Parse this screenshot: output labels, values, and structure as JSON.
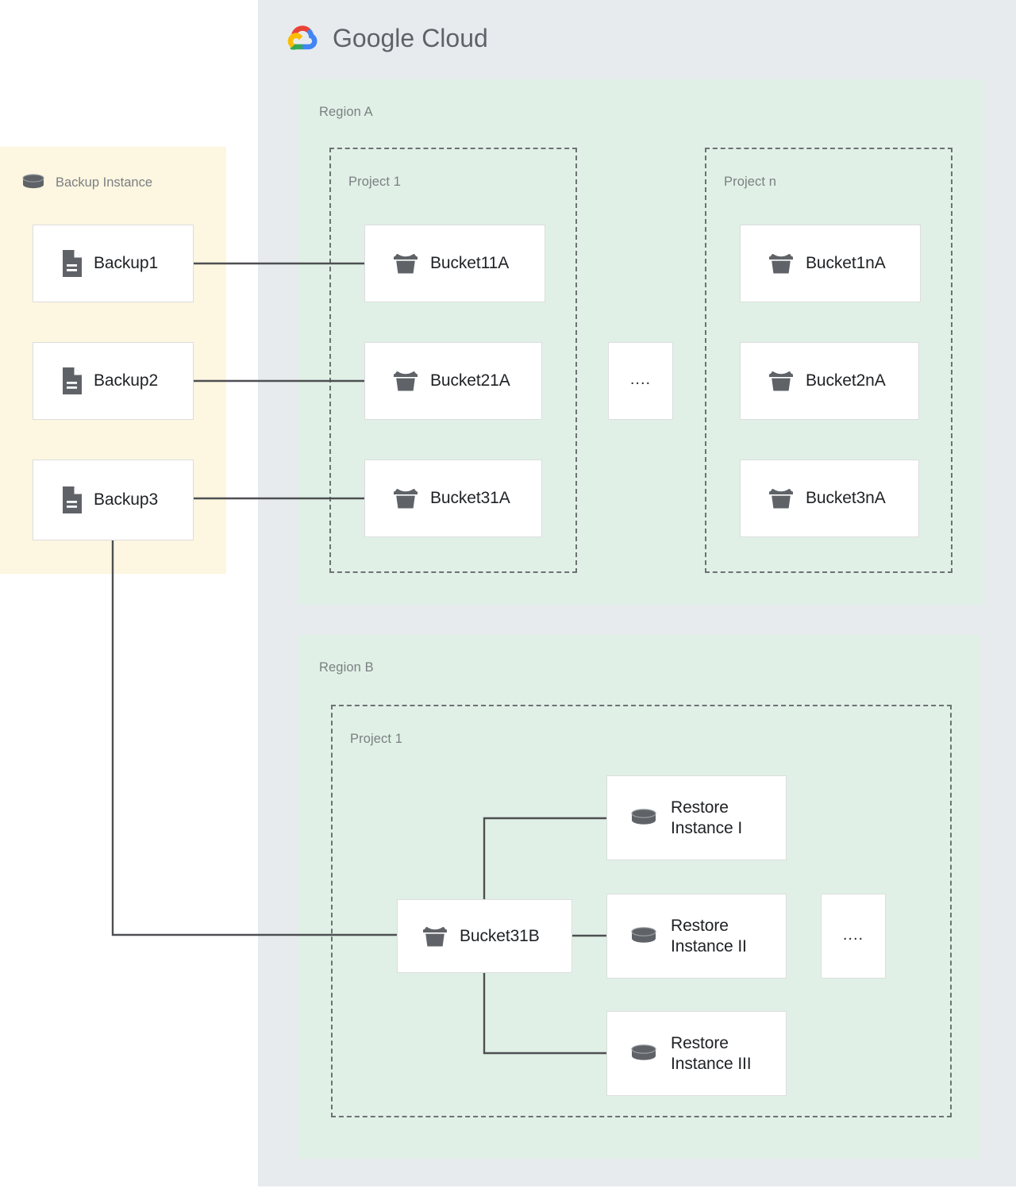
{
  "header": {
    "logo_icon": "google-cloud-logo-icon",
    "brand_google": "Google",
    "brand_cloud": "Cloud"
  },
  "backup_instance": {
    "icon": "database-cylinder-icon",
    "label": "Backup Instance",
    "background_color": "#fdf6e0",
    "backups": [
      {
        "label": "Backup1",
        "icon": "document-icon"
      },
      {
        "label": "Backup2",
        "icon": "document-icon"
      },
      {
        "label": "Backup3",
        "icon": "document-icon"
      }
    ]
  },
  "cloud_panel": {
    "background_color": "#e8ebee"
  },
  "regions": [
    {
      "label": "Region A",
      "background_color": "#e0f0e6",
      "projects": [
        {
          "label": "Project 1",
          "buckets": [
            {
              "label": "Bucket11A",
              "icon": "cloud-storage-bucket-icon"
            },
            {
              "label": "Bucket21A",
              "icon": "cloud-storage-bucket-icon"
            },
            {
              "label": "Bucket31A",
              "icon": "cloud-storage-bucket-icon"
            }
          ]
        },
        {
          "label": "Project n",
          "buckets": [
            {
              "label": "Bucket1nA",
              "icon": "cloud-storage-bucket-icon"
            },
            {
              "label": "Bucket2nA",
              "icon": "cloud-storage-bucket-icon"
            },
            {
              "label": "Bucket3nA",
              "icon": "cloud-storage-bucket-icon"
            }
          ]
        }
      ],
      "ellipsis": "...."
    },
    {
      "label": "Region B",
      "background_color": "#e0f0e6",
      "projects": [
        {
          "label": "Project 1",
          "buckets": [
            {
              "label": "Bucket31B",
              "icon": "cloud-storage-bucket-icon"
            }
          ],
          "restore_instances": [
            {
              "label": "Restore\nInstance I",
              "icon": "database-cylinder-icon"
            },
            {
              "label": "Restore\nInstance II",
              "icon": "database-cylinder-icon"
            },
            {
              "label": "Restore\nInstance III",
              "icon": "database-cylinder-icon"
            }
          ],
          "ellipsis": "...."
        }
      ]
    }
  ],
  "colors": {
    "connector": "#4d4f52",
    "card_border": "#dcdddf",
    "label_gray": "#7b7f83",
    "icon_gray": "#5f6368",
    "logo_red": "#ea4335",
    "logo_yellow": "#fbbc04",
    "logo_green": "#34a853",
    "logo_blue": "#4285f4"
  }
}
